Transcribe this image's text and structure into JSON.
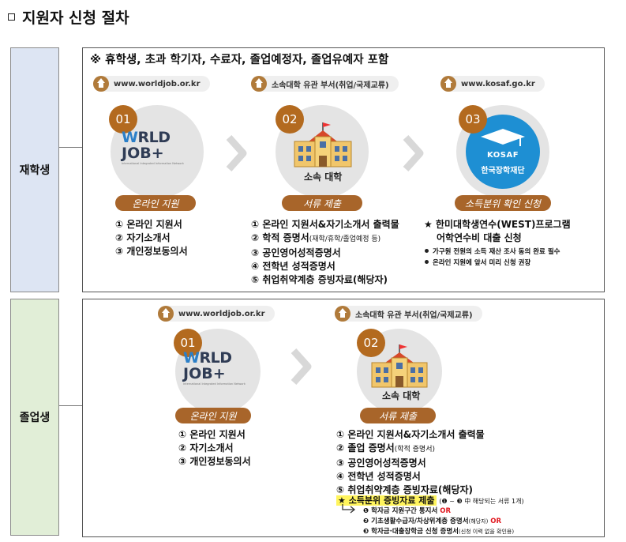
{
  "title": "지원자 신청 절차",
  "sections": {
    "enrolled": {
      "label": "재학생",
      "note": "※ 휴학생, 초과 학기자, 수료자, 졸업예정자, 졸업유예자 포함",
      "steps": [
        {
          "site": "www.worldjob.or.kr",
          "number": "01",
          "pill": "온라인 지원",
          "items": [
            "① 온라인 지원서",
            "② 자기소개서",
            "③ 개인정보동의서"
          ]
        },
        {
          "site": "소속대학 유관 부서(취업/국제교류)",
          "number": "02",
          "pill": "서류 제출",
          "school_label": "소속 대학",
          "items": [
            "① 온라인 지원서&자기소개서 출력물",
            "② 학적 증명서",
            "③ 공인영어성적증명서",
            "④ 전학년 성적증명서",
            "⑤ 취업취약계층 증빙자료(해당자)"
          ],
          "item2_extra": "(재학/휴학/졸업예정 등)"
        },
        {
          "site": "www.kosaf.go.kr",
          "number": "03",
          "pill": "소득분위 확인 신청",
          "items": [
            "★ 한미대학생연수(WEST)프로그램",
            "어학연수비 대출 신청"
          ],
          "notes": [
            "가구원 전원의 소득 재산 조사 동의 완료 필수",
            "온라인 지원에 앞서 미리 신청 권장"
          ]
        }
      ]
    },
    "graduate": {
      "label": "졸업생",
      "steps": [
        {
          "site": "www.worldjob.or.kr",
          "number": "01",
          "pill": "온라인 지원",
          "items": [
            "① 온라인 지원서",
            "② 자기소개서",
            "③ 개인정보동의서"
          ]
        },
        {
          "site": "소속대학 유관 부서(취업/국제교류)",
          "number": "02",
          "pill": "서류 제출",
          "school_label": "소속 대학",
          "items": [
            "① 온라인 지원서&자기소개서 출력물",
            "② 졸업 증명서",
            "③ 공인영어성적증명서",
            "④ 전학년 성적증명서",
            "⑤ 취업취약계층 증빙자료(해당자)"
          ],
          "item2_extra": "(학적 증명서)",
          "income_title": "★ 소득분위 증빙자료 제출",
          "income_hint": "(❶ ~ ❸ 中 해당되는 서류 1개)",
          "income_items": [
            {
              "text": "❶ 학자금 지원구간 통지서",
              "or": "OR"
            },
            {
              "text": "❷ 기초생활수급자/차상위계층 증명서",
              "extra": "(해당자)",
              "or": "OR"
            },
            {
              "text": "❸ 학자금·대출장학금 신청 증명서",
              "extra": "(신청 이력 없을 확인용)"
            }
          ]
        }
      ]
    }
  },
  "logos": {
    "worldjob_line1_a": "W",
    "worldjob_line1_b": "RLD",
    "worldjob_line2": "JOB+",
    "worldjob_tagline": "International Integrated Information Network",
    "kosaf_en": "KOSAF",
    "kosaf_ko": "한국장학재단"
  },
  "colors": {
    "brown": "#a8652a",
    "blue_panel": "#dde5f3",
    "green_panel": "#e1eed7",
    "kosaf_blue": "#1e8fd3",
    "highlight": "#fff45c",
    "red": "#e0161d"
  }
}
